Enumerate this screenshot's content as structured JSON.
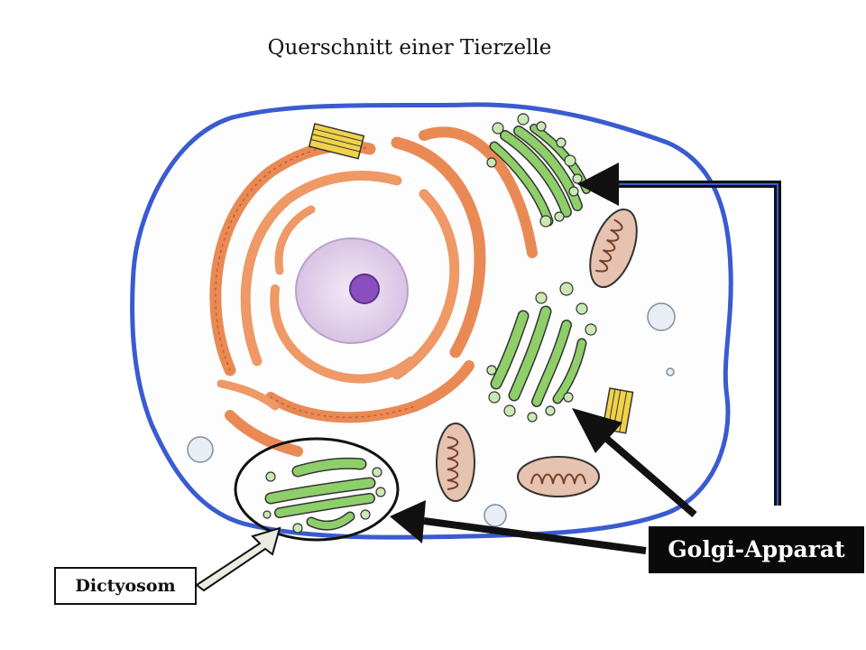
{
  "diagram": {
    "title": "Querschnitt einer Tierzelle",
    "labels": {
      "golgi": "Golgi-Apparat",
      "dictyosom": "Dictyosom"
    }
  }
}
